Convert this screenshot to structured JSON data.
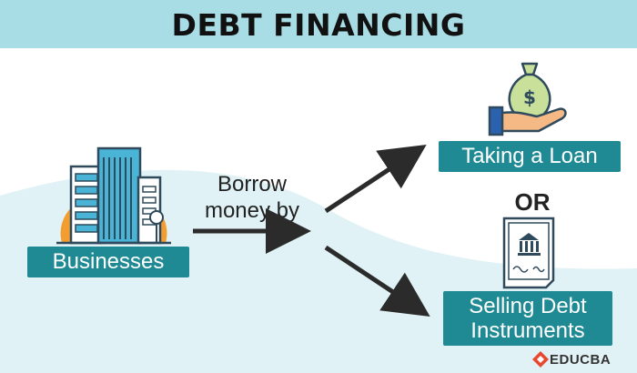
{
  "header": {
    "title": "DEBT FINANCING"
  },
  "nodes": {
    "businesses": "Businesses",
    "loan": "Taking a Loan",
    "debt_line1": "Selling Debt",
    "debt_line2": "Instruments"
  },
  "connector": {
    "line1": "Borrow",
    "line2": "money by"
  },
  "separator": "OR",
  "brand": {
    "name": "EDUCBA"
  },
  "colors": {
    "header_bg": "#a8dde6",
    "wave": "#e0f2f5",
    "label_bg": "#1f8a93",
    "label_text": "#ffffff",
    "arrow": "#2b2b2b",
    "accent_orange": "#f39c2f",
    "building": "#4ab4d6",
    "money_bag": "#c8e09a"
  },
  "icons": [
    "building-icon",
    "money-bag-hand-icon",
    "dollar-icon",
    "bank-document-icon",
    "educba-logo-icon"
  ]
}
